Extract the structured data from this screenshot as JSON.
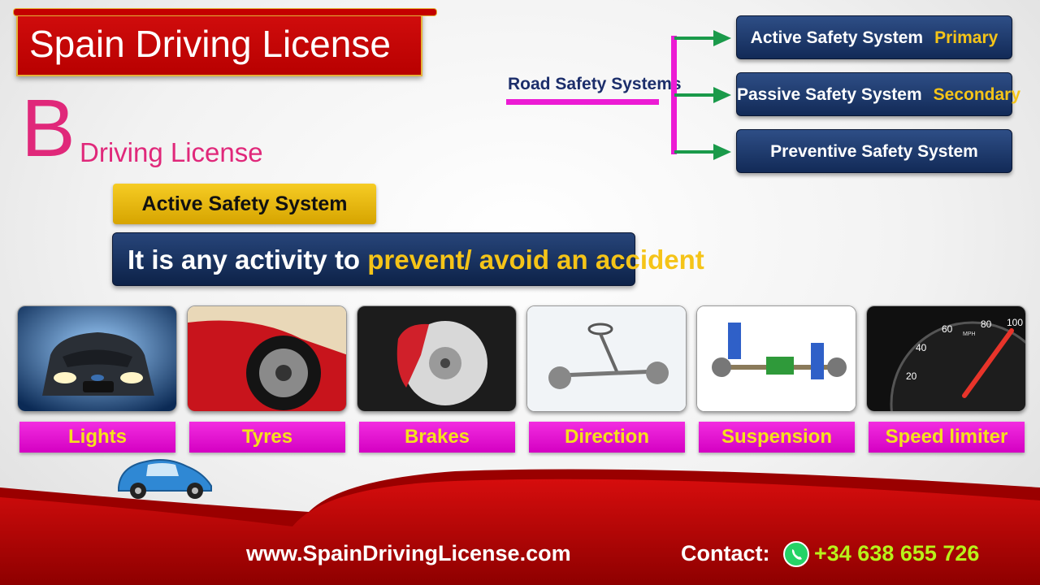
{
  "header": {
    "title": "Spain Driving License"
  },
  "license": {
    "letter": "B",
    "subtitle": "Driving License"
  },
  "section_title": "Active Safety System",
  "definition": {
    "prefix": "It is any activity to ",
    "highlight": "prevent/ avoid an accident"
  },
  "diagram": {
    "root": "Road Safety Systems",
    "branches": [
      {
        "name": "Active Safety System",
        "tag": "Primary"
      },
      {
        "name": "Passive Safety System",
        "tag": "Secondary"
      },
      {
        "name": "Preventive Safety System",
        "tag": ""
      }
    ]
  },
  "features": [
    "Lights",
    "Tyres",
    "Brakes",
    "Direction",
    "Suspension",
    "Speed limiter"
  ],
  "speedometer_ticks": [
    "20",
    "40",
    "60",
    "80",
    "100"
  ],
  "speedometer_unit": "MPH",
  "footer": {
    "website": "www.SpainDrivingLicense.com",
    "contact_label": "Contact:",
    "phone": "+34 638 655 726"
  },
  "colors": {
    "red": "#c40000",
    "magenta": "#ec1bd4",
    "navy": "#1a3466",
    "gold": "#f5c418",
    "lime": "#b8f21a"
  },
  "icons": [
    "whatsapp-icon",
    "beetle-car-icon",
    "arrow-right-icon"
  ]
}
